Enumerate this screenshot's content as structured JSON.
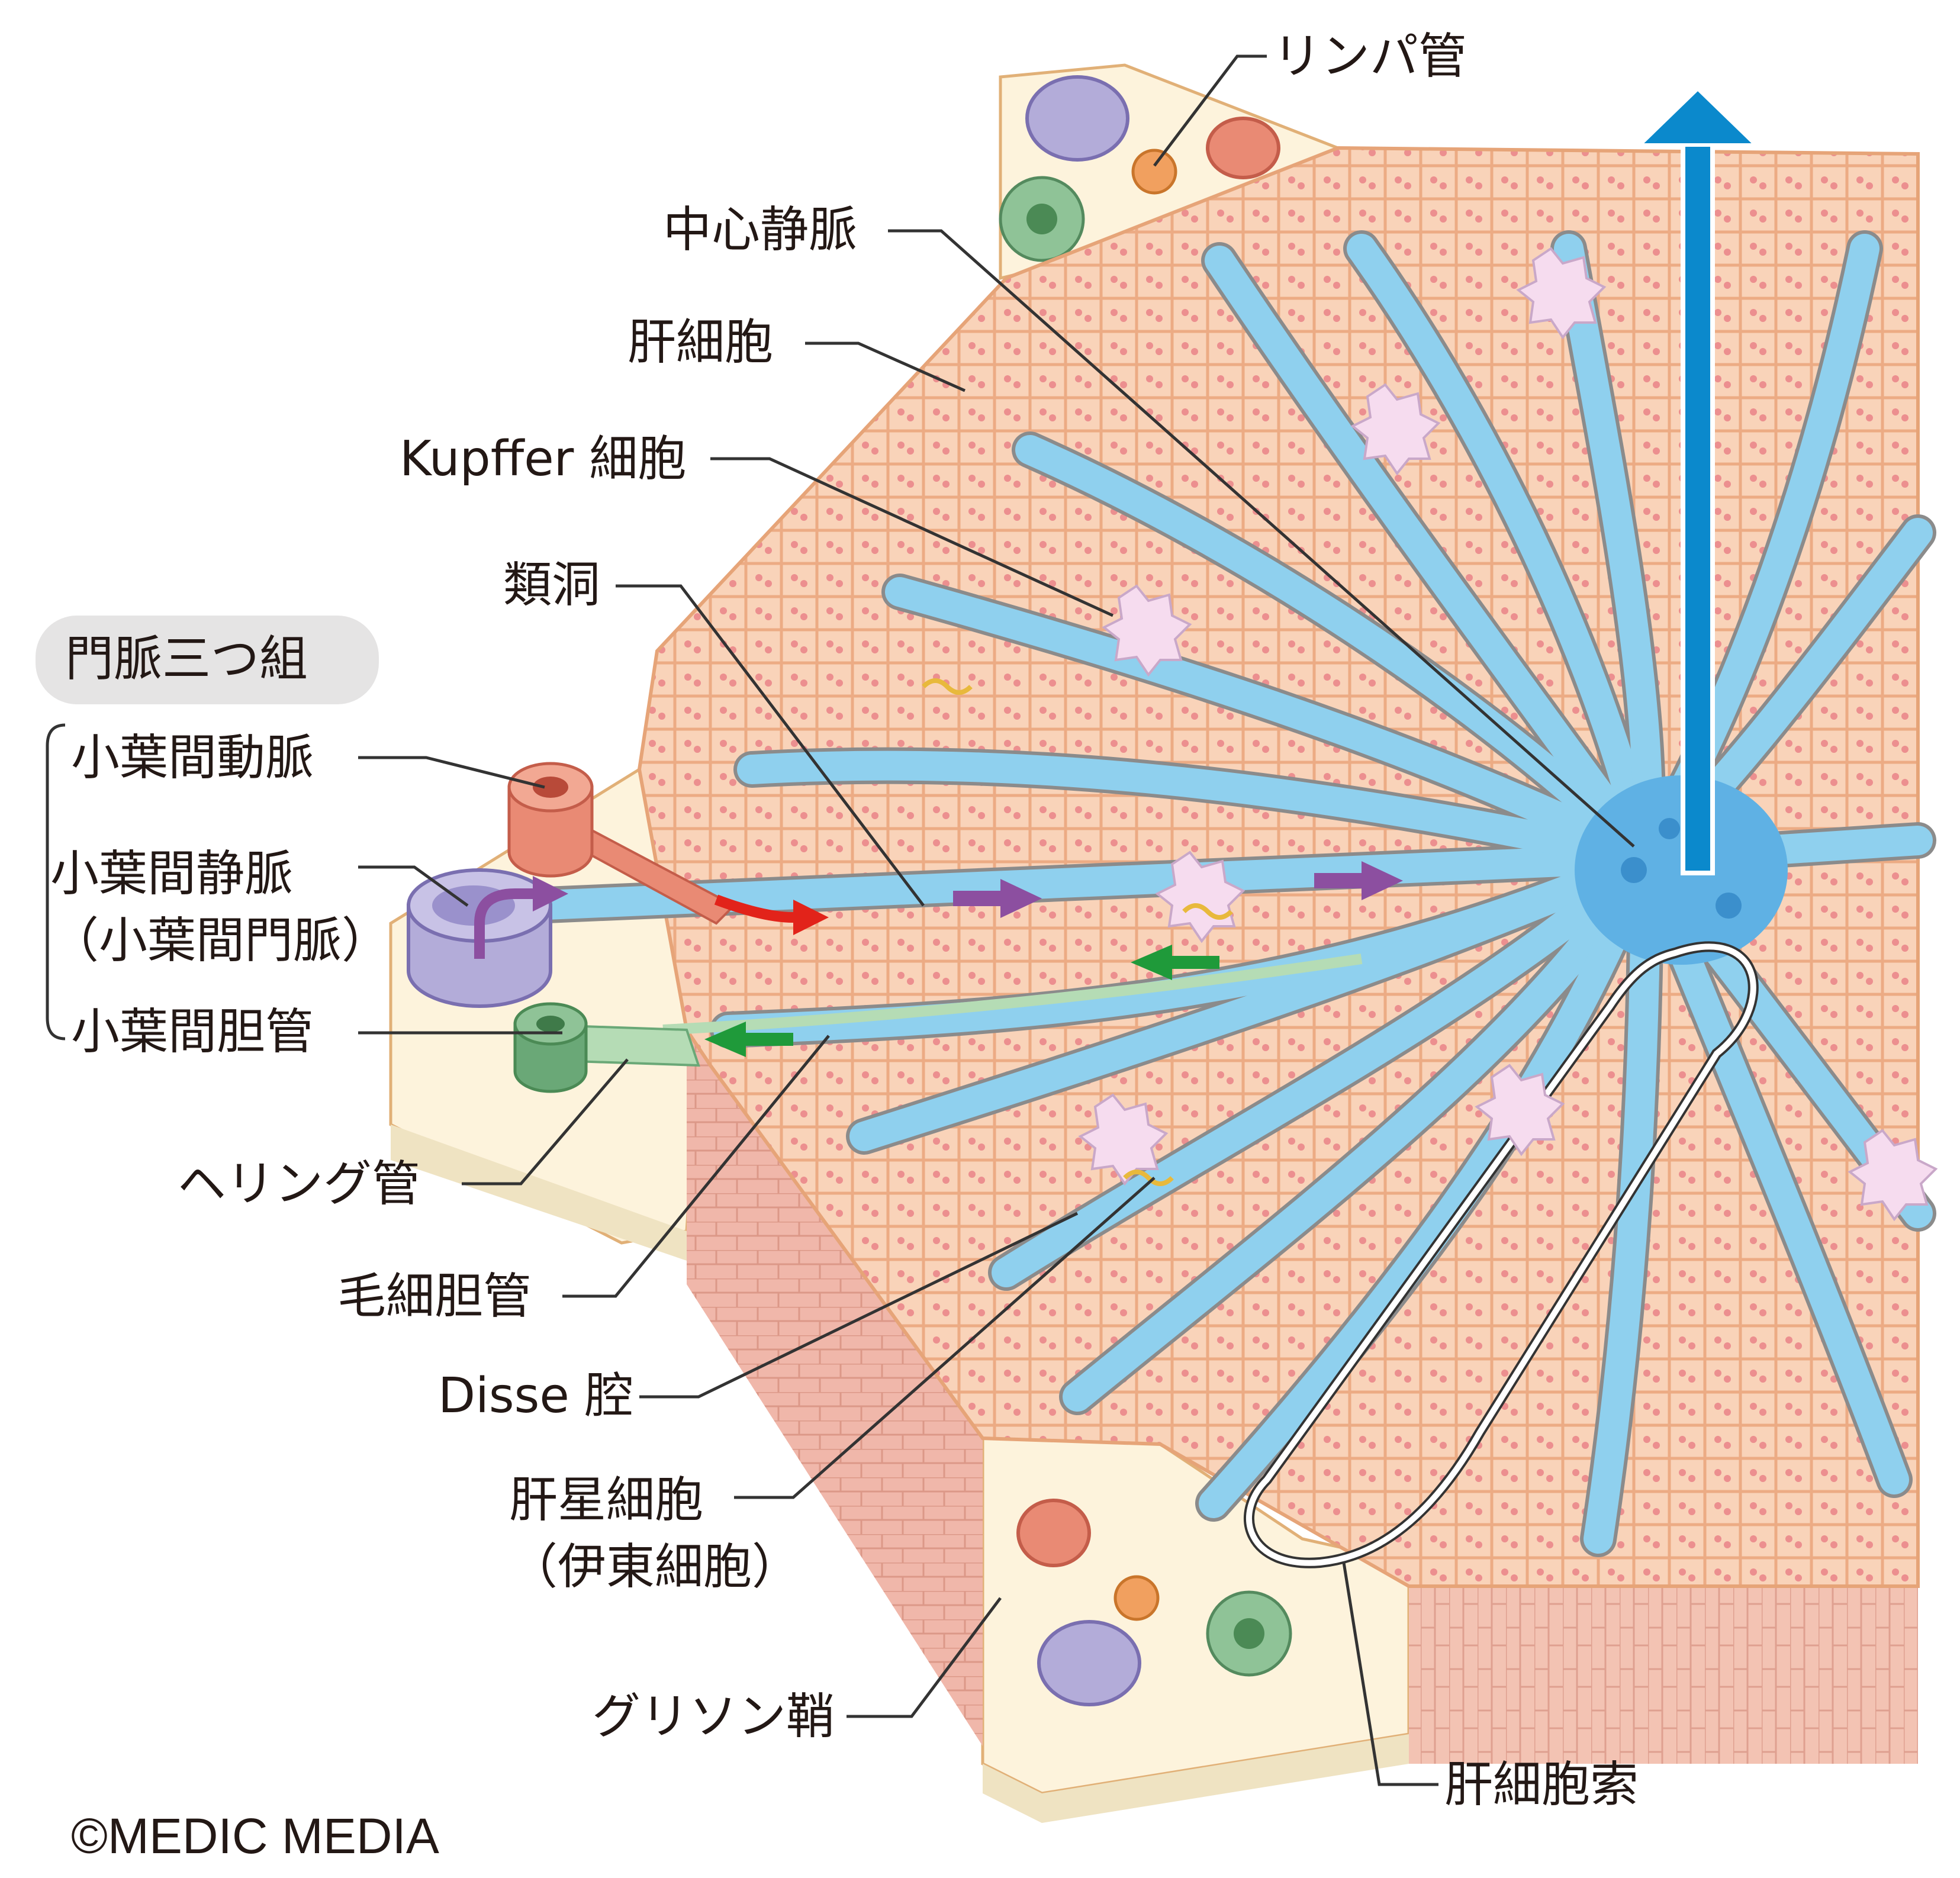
{
  "labels": {
    "lymph_vessel": "リンパ管",
    "central_vein": "中心静脈",
    "hepatocyte": "肝細胞",
    "kupffer_cell": "Kupffer 細胞",
    "sinusoid": "類洞",
    "portal_triad": "門脈三つ組",
    "interlobular_artery": "小葉間動脈",
    "interlobular_vein": "小葉間静脈\n（小葉間門脈）",
    "interlobular_bile_duct": "小葉間胆管",
    "canal_of_hering": "ヘリング管",
    "bile_canaliculus": "毛細胆管",
    "space_of_disse": "Disse 腔",
    "hepatic_stellate_cell": "肝星細胞\n（伊東細胞）",
    "glisson_sheath": "グリソン鞘",
    "hepatic_cord": "肝細胞索",
    "copyright": "©MEDIC MEDIA"
  },
  "colors": {
    "parenchyma": "#f9d3b9",
    "hepatocyte_nucleus": "#ec8f8f",
    "cell_border": "#ecab84",
    "sinusoid": "#8fd0ee",
    "central_vein": "#5fb1e4",
    "glisson_tissue": "#fdf3dc",
    "artery": "#e98a74",
    "portal_vein": "#b3acd9",
    "bile_duct": "#6aa877",
    "bile_canaliculus": "#b5dcb5",
    "lymph": "#f1a05f",
    "arrow_portal_flow": "#8c4fa0",
    "arrow_arterial_flow": "#e2231a",
    "arrow_bile_flow": "#1f9a3a",
    "arrow_central_vein": "#0b89cc",
    "kupffer": "#f6dcef",
    "leader_line": "#333333"
  }
}
